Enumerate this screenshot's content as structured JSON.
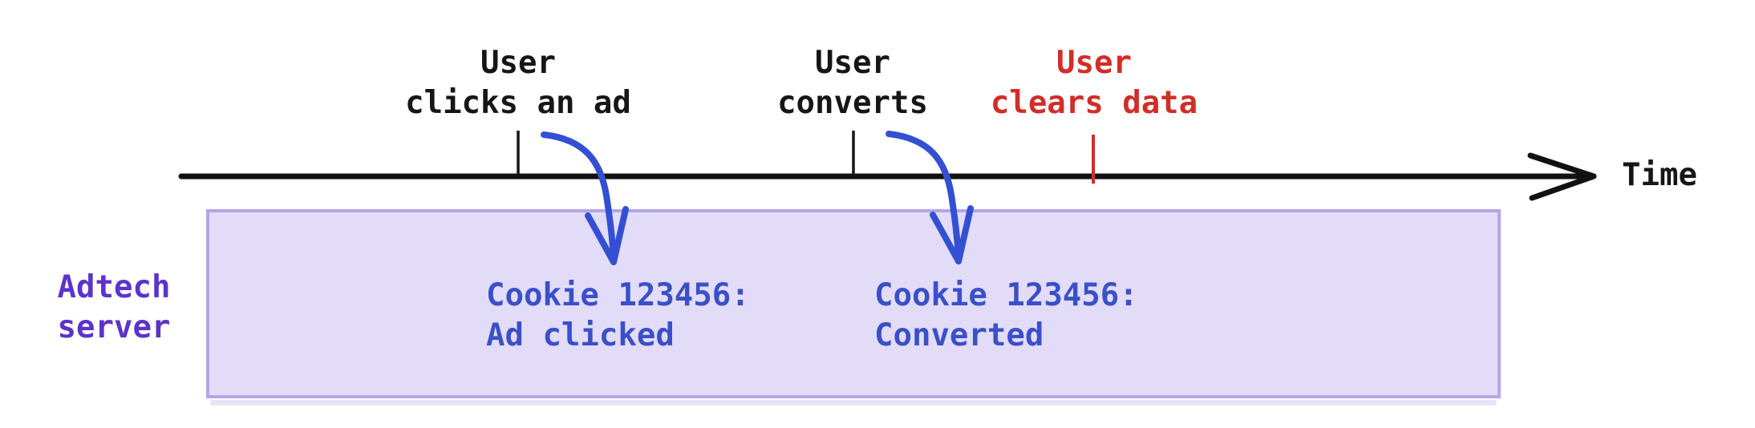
{
  "colors": {
    "ink": "#161616",
    "axis": "#111111",
    "alert": "#d02e27",
    "server-label": "#5c33cb",
    "record": "#3a50c8",
    "arrow": "#3350d2",
    "box-fill": "#e3dcf8",
    "box-border": "#b4a5e8"
  },
  "timeline": {
    "axis_label": "Time",
    "events": [
      {
        "label": "User\nclicks an ad"
      },
      {
        "label": "User\nconverts"
      },
      {
        "label": "User\nclears data"
      }
    ]
  },
  "server": {
    "label": "Adtech\nserver",
    "records": [
      {
        "text": "Cookie 123456:\nAd clicked"
      },
      {
        "text": "Cookie 123456:\nConverted"
      }
    ]
  }
}
